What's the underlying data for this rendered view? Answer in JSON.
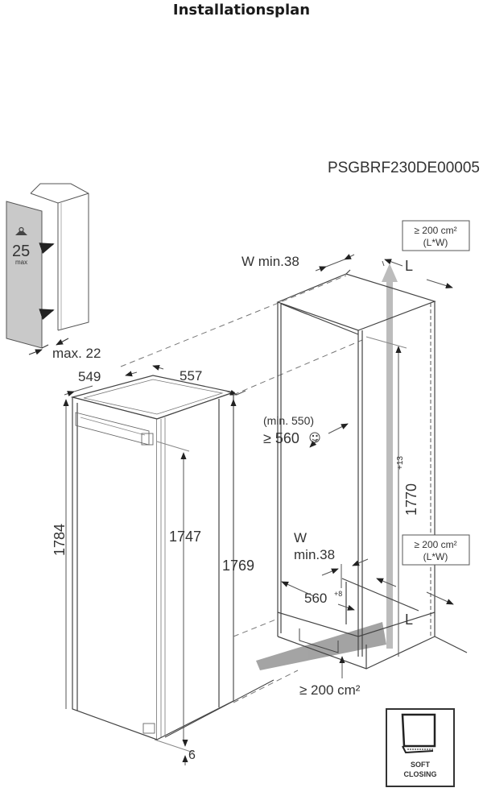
{
  "header": {
    "title": "Installationsplan",
    "model_code": "PSGBRF230DE00005"
  },
  "door_panel": {
    "weight_value": "25",
    "weight_unit": "max",
    "weight_icon": "weight-kg-icon",
    "thickness_label": "max. 22"
  },
  "appliance": {
    "width_label": "549",
    "depth_label": "557",
    "total_height_label": "1784",
    "door_height_label": "1747",
    "body_height_label": "1769",
    "bottom_gap_label": "6"
  },
  "niche": {
    "top_gap_label": "W min.38",
    "top_vent_area": "≥ 200 cm²",
    "top_vent_formula": "(L*W)",
    "top_L_label": "L",
    "width_min_label": "(min. 550)",
    "width_label": "≥ 560",
    "width_icon": "smiley-icon",
    "height_label": "1770",
    "height_tolerance": "+13",
    "bottom_gap_W": "W",
    "bottom_gap_min": "min.38",
    "bottom_vent_area": "≥ 200 cm²",
    "bottom_vent_formula": "(L*W)",
    "bottom_L_label": "L",
    "depth_label": "560",
    "depth_tolerance": "+8",
    "plinth_vent_label": "≥ 200 cm²"
  },
  "badge": {
    "line1": "SOFT",
    "line2": "CLOSING"
  },
  "colors": {
    "line": "#3a3a3a",
    "airflow": "#b5b5b5",
    "panel": "#c8c8c8",
    "text": "#333333"
  }
}
